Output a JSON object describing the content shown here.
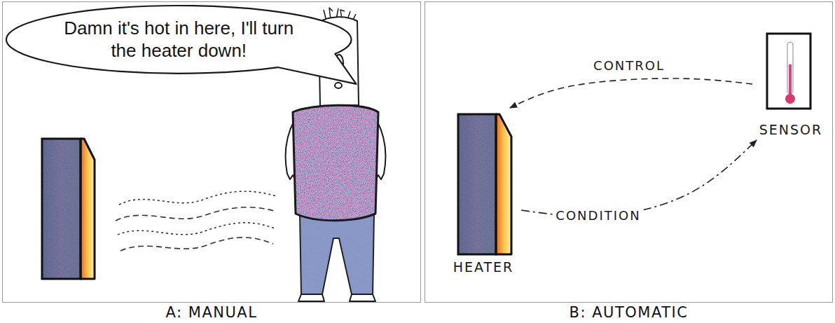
{
  "diagram": {
    "nodes": [
      {
        "text": [
          "A: MANUAL"
        ]
      },
      {
        "text": [
          "Damn it's hot in here, I'll turn the heater down!"
        ],
        "in": 0
      },
      {
        "text": [
          "B: AUTOMATIC"
        ]
      },
      {
        "text": [
          "HEATER"
        ],
        "in": 2
      },
      {
        "text": [
          "SENSOR"
        ],
        "in": 2
      }
    ],
    "edges": [
      {
        "from": 4,
        "to": 3,
        "label": "CONTROL",
        "arrow": "to"
      },
      {
        "from": 3,
        "to": 4,
        "label": "CONDITION",
        "arrow": "to"
      }
    ]
  }
}
